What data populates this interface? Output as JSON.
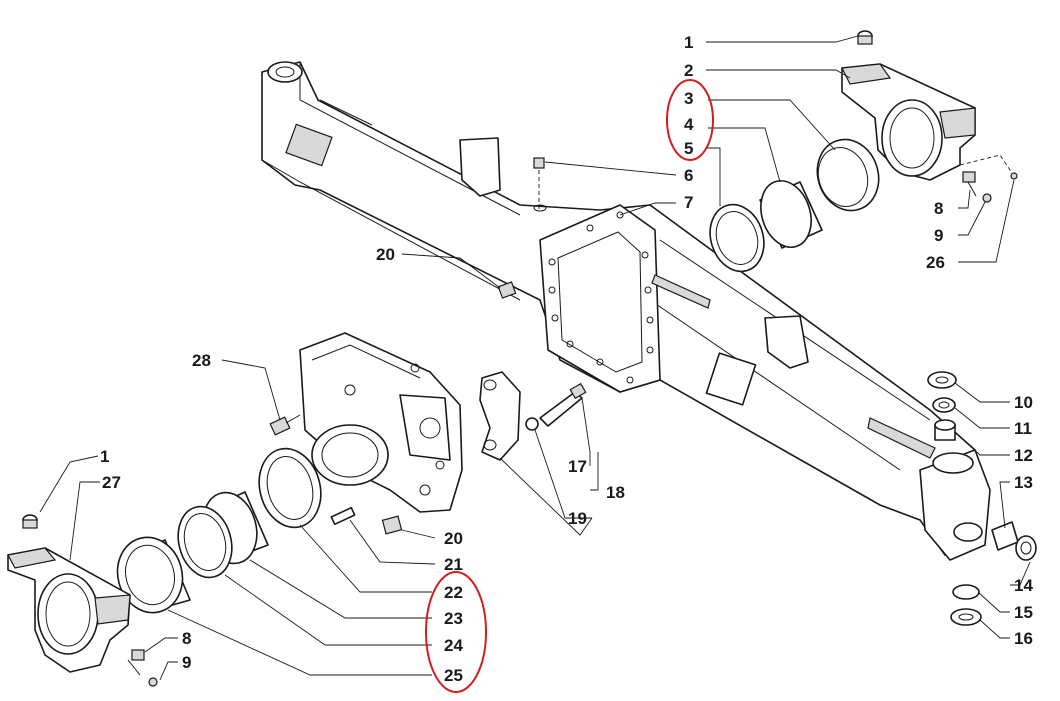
{
  "colors": {
    "line": "#1a1a1a",
    "background": "#ffffff",
    "highlight": "#d11f1f",
    "shade": "#d9d9d9"
  },
  "labels": {
    "top_right_cap": "1",
    "top_right_support": "2",
    "bushing_outer": "3",
    "bushing_inner": "4",
    "thrust_washer": "5",
    "grease_nipple": "6",
    "axle_housing": "7",
    "bolt_right": "8",
    "washer_right": "9",
    "pin_right": "26",
    "plug_upper": "20",
    "shim_a": "10",
    "shim_b": "11",
    "spacer": "12",
    "bush_right_end": "13",
    "seal_right": "14",
    "washer_lower_a": "15",
    "washer_lower_b": "16",
    "bolt_clamp": "17",
    "clamp_assembly": "18",
    "clamp_nut": "19",
    "dowel": "21",
    "seal_front": "22",
    "ring_front": "23",
    "bushing_front": "24",
    "bushing_front_outer": "25",
    "bolt_front_housing": "28",
    "front_cap": "1",
    "front_support": "27",
    "front_bolt": "8",
    "front_washer": "9",
    "plug_lower": "20"
  }
}
